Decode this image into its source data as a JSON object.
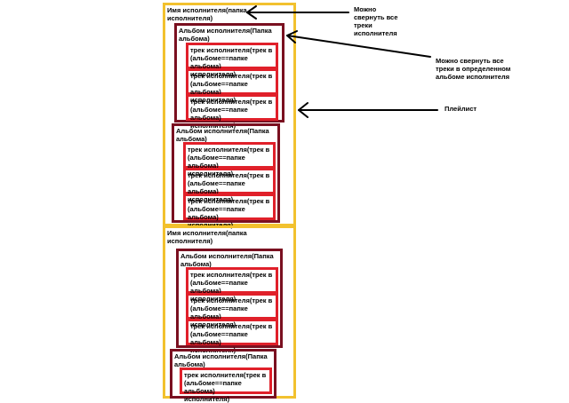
{
  "colors": {
    "artist_border": "#f2c12e",
    "album_border": "#7a1020",
    "track_border": "#e0202a",
    "arrow": "#000000"
  },
  "labels": {
    "artist": "Имя исполнителя(папка\nисполнителя)",
    "album": "Альбом исполнителя(Папка\nальбома)",
    "track": "трек исполнителя(трек в\n(альбоме==папке альбома)\nисполнителя)"
  },
  "annotations": {
    "collapse_artist": "Можно\nсвернуть все\nтреки\nисполнителя",
    "collapse_album": "Можно свернуть все\nтреки в определенном\nальбоме исполнителя",
    "playlist": "Плейлист"
  },
  "icons": {
    "arrow": "left-arrow-icon"
  }
}
